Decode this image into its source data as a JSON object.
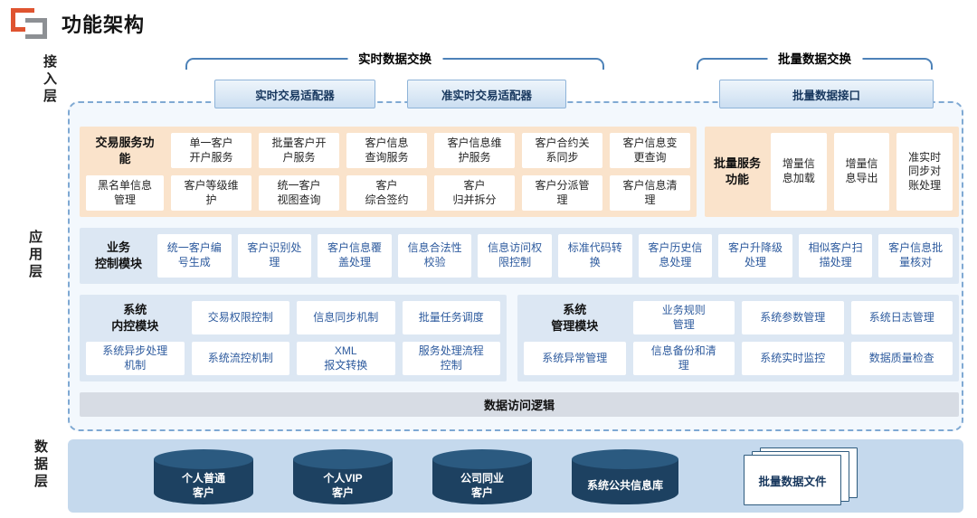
{
  "title": "功能架构",
  "layers": {
    "access": "接入层",
    "application": "应用层",
    "data": "数据层"
  },
  "access_layer": {
    "realtime": {
      "label": "实时数据交换",
      "adapters": [
        "实时交易适配器",
        "准实时交易适配器"
      ]
    },
    "batch": {
      "label": "批量数据交换",
      "adapters": [
        "批量数据接口"
      ]
    }
  },
  "app_layer": {
    "transaction_services": {
      "label": "交易服务功\n能",
      "items": [
        "单一客户\n开户服务",
        "批量客户开\n户服务",
        "客户信息\n查询服务",
        "客户信息维\n护服务",
        "客户合约关\n系同步",
        "客户信息变\n更查询",
        "黑名单信息\n管理",
        "客户等级维\n护",
        "统一客户\n视图查询",
        "客户\n综合签约",
        "客户\n归并拆分",
        "客户分派管\n理",
        "客户信息清\n理"
      ]
    },
    "batch_services": {
      "label": "批量服务\n功能",
      "items": [
        "增量信\n息加载",
        "增量信\n息导出",
        "准实时\n同步对\n账处理"
      ]
    },
    "business_control": {
      "label": "业务\n控制模块",
      "items": [
        "统一客户编\n号生成",
        "客户识别处\n理",
        "客户信息覆\n盖处理",
        "信息合法性\n校验",
        "信息访问权\n限控制",
        "标准代码转\n换",
        "客户历史信\n息处理",
        "客户升降级\n处理",
        "相似客户扫\n描处理",
        "客户信息批\n量核对"
      ]
    },
    "system_internal_control": {
      "label": "系统\n内控模块",
      "items": [
        "交易权限控制",
        "信息同步机制",
        "批量任务调度",
        "系统异步处理\n机制",
        "系统流控机制",
        "XML\n报文转换",
        "服务处理流程\n控制"
      ]
    },
    "system_management": {
      "label": "系统\n管理模块",
      "items": [
        "业务规则\n管理",
        "系统参数管理",
        "系统日志管理",
        "系统异常管理",
        "信息备份和清\n理",
        "系统实时监控",
        "数据质量检查"
      ]
    },
    "data_access_label": "数据访问逻辑"
  },
  "data_layer": {
    "databases": [
      "个人普通\n客户",
      "个人VIP\n客户",
      "公司同业\n客户",
      "系统公共信息库"
    ],
    "file_label": "批量数据文件"
  },
  "colors": {
    "accent_line": "#4d82b8",
    "panel_orange": "#fae3cb",
    "panel_blue": "#dce7f3",
    "adapter_fill": "#d9e7f5",
    "data_layer_fill": "#c5d9ed",
    "cylinder_navy": "#1d4161",
    "item_text_blue": "#2e5b9e",
    "logo_orange": "#df5430"
  }
}
